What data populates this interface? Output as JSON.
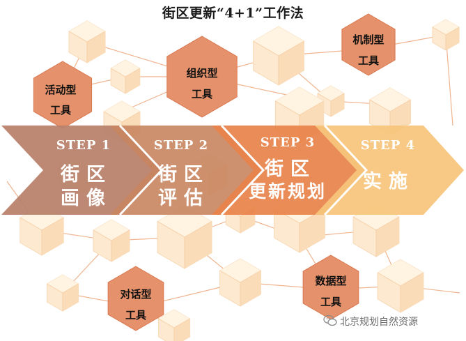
{
  "title": "街区更新“4+1”工作法",
  "tools": {
    "activity": {
      "line1": "活动型",
      "line2": "工具"
    },
    "organization": {
      "line1": "组织型",
      "line2": "工具"
    },
    "mechanism": {
      "line1": "机制型",
      "line2": "工具"
    },
    "dialogue": {
      "line1": "对话型",
      "line2": "工具"
    },
    "data": {
      "line1": "数据型",
      "line2": "工具"
    }
  },
  "steps": [
    {
      "label": "STEP 1",
      "name": "街区",
      "name2": "画像",
      "color": "#b8806b"
    },
    {
      "label": "STEP 2",
      "name": "街区",
      "name2": "评估",
      "color": "#c88560"
    },
    {
      "label": "STEP 3",
      "name": "街区",
      "name2": "更新规划",
      "color": "#e8834a"
    },
    {
      "label": "STEP 4",
      "name": "实施",
      "name2": "",
      "color": "#f6c57c"
    }
  ],
  "colors": {
    "hex_dark": "#e5916b",
    "hex_light": "#fde8cc",
    "connector": "#f0b48e"
  },
  "watermark": {
    "text": "北京规划自然资源",
    "icon": "wechat-icon"
  }
}
